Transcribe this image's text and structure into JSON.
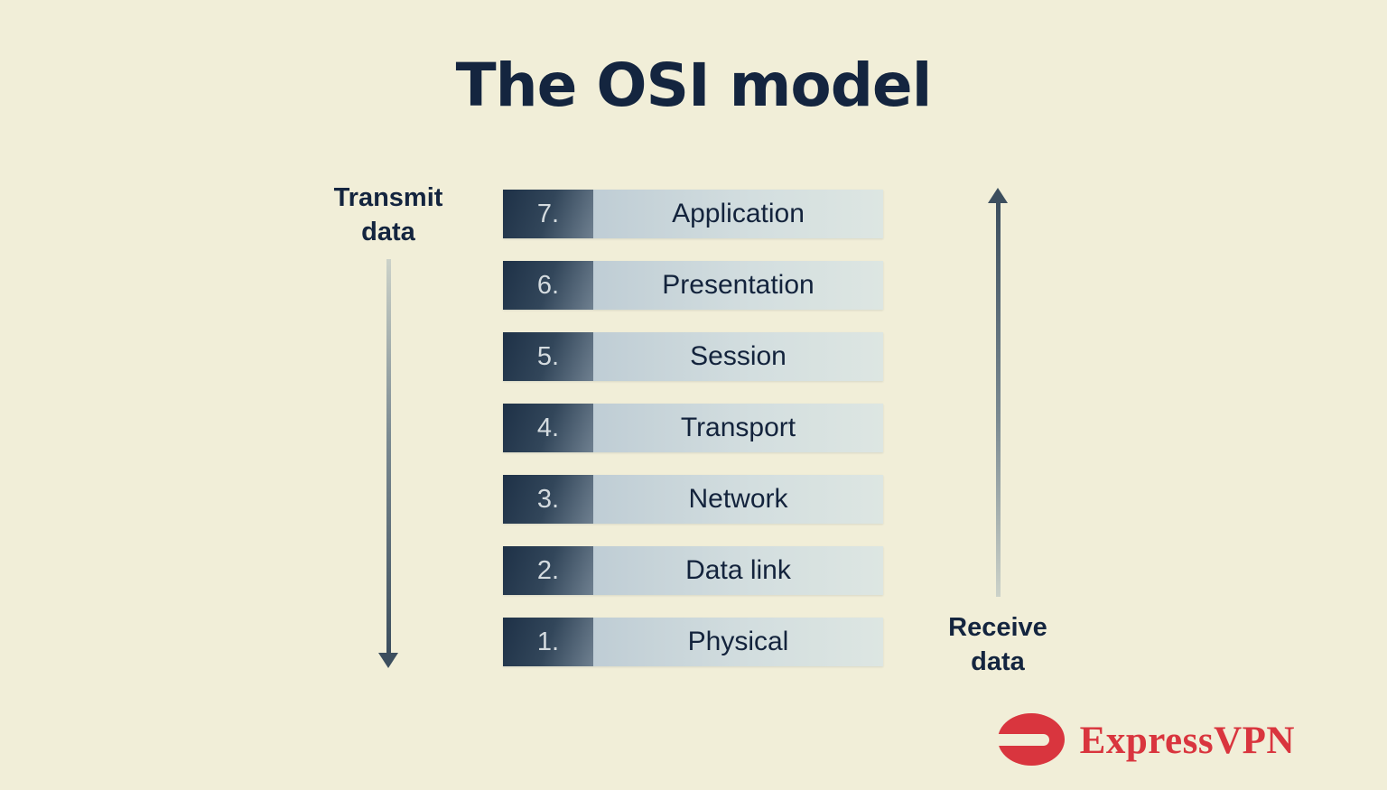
{
  "title": "The OSI model",
  "transmit_label": {
    "line1": "Transmit",
    "line2": "data"
  },
  "receive_label": {
    "line1": "Receive",
    "line2": "data"
  },
  "layers": [
    {
      "number": "7.",
      "name": "Application"
    },
    {
      "number": "6.",
      "name": "Presentation"
    },
    {
      "number": "5.",
      "name": "Session"
    },
    {
      "number": "4.",
      "name": "Transport"
    },
    {
      "number": "3.",
      "name": "Network"
    },
    {
      "number": "2.",
      "name": "Data link"
    },
    {
      "number": "1.",
      "name": "Physical"
    }
  ],
  "brand": {
    "name": "ExpressVPN"
  },
  "icons": {
    "transmit_arrow": "down-arrow-icon",
    "receive_arrow": "up-arrow-icon",
    "brand_logo": "expressvpn-logo-icon"
  },
  "colors": {
    "background": "#f1eed8",
    "heading": "#14253f",
    "layer_number_box": "#1e3147",
    "layer_name_box": "#d3dedf",
    "arrow": "#3c4e5e",
    "brand_red": "#d9353e"
  }
}
